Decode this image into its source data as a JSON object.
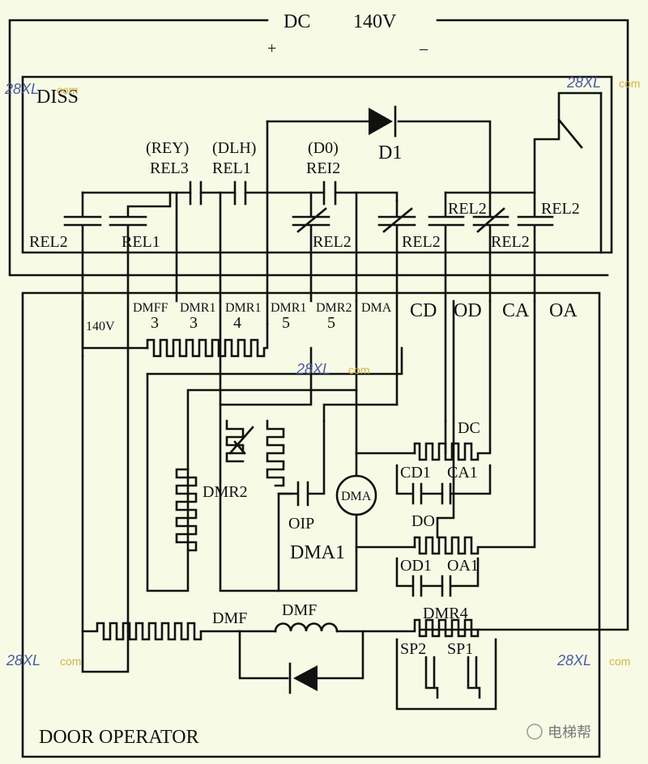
{
  "supply": {
    "label": "DC",
    "voltage": "140V",
    "plus": "+",
    "minus": "–"
  },
  "diss": "DISS",
  "diode_d1": "D1",
  "top_contacts": {
    "rey": "(REY)",
    "rel3": "REL3",
    "dlh": "(DLH)",
    "rel1": "REL1",
    "d0": "(D0)",
    "rei2": "REI2"
  },
  "rel_labels": {
    "rel2_left": "REL2",
    "rel1_left": "REL1",
    "rel2_a": "REL2",
    "rel2_b": "REL2",
    "rel2_c": "REL2",
    "rel2_d": "REL2",
    "rel2_e": "REL2"
  },
  "terminals": [
    {
      "line1": "140V",
      "line2": ""
    },
    {
      "line1": "DMFF",
      "line2": "3"
    },
    {
      "line1": "DMR1",
      "line2": "3"
    },
    {
      "line1": "DMR1",
      "line2": "4"
    },
    {
      "line1": "DMR1",
      "line2": "5"
    },
    {
      "line1": "DMR2",
      "line2": "5"
    },
    {
      "line1": "DMA",
      "line2": ""
    },
    {
      "line1": "CD",
      "line2": ""
    },
    {
      "line1": "OD",
      "line2": ""
    },
    {
      "line1": "CA",
      "line2": ""
    },
    {
      "line1": "OA",
      "line2": ""
    }
  ],
  "components": {
    "dc": "DC",
    "cd1": "CD1",
    "ca1": "CA1",
    "dmr2": "DMR2",
    "oip": "OIP",
    "dma": "DMA",
    "dma1": "DMA1",
    "do": "DO",
    "od1": "OD1",
    "oa1": "OA1",
    "dmr4": "DMR4",
    "sp2": "SP2",
    "sp1": "SP1",
    "dmf_res": "DMF",
    "dmf_coil": "DMF"
  },
  "frame_label": "DOOR OPERATOR",
  "watermarks": {
    "site": "28XL",
    "suffix": "com",
    "brand": "电梯帮"
  }
}
